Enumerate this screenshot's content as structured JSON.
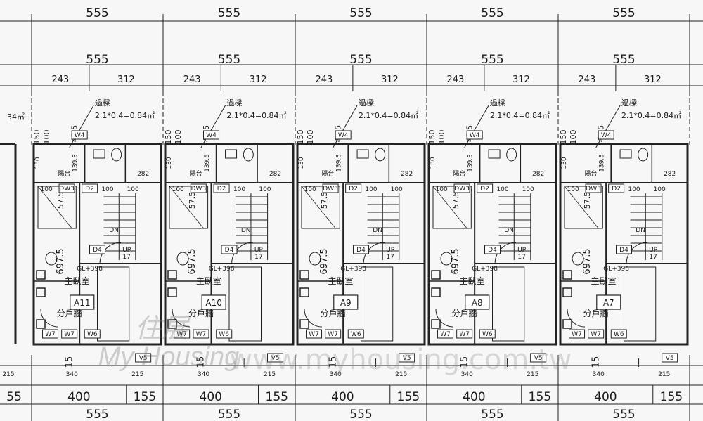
{
  "dimensions": {
    "top_row": "555",
    "second_row": "555",
    "split_left": "243",
    "split_right": "312",
    "bottom_split_left": "400",
    "bottom_split_right": "155",
    "bottom_total": "555",
    "lower_left": "340",
    "lower_right": "215",
    "edge_left": "215",
    "edge_top_left": "55"
  },
  "annotation": {
    "beam_label": "過樑",
    "beam_formula": "2.1*0.4=0.84㎡",
    "left_fragment": "34㎡"
  },
  "vertical_dims": [
    "150",
    "100",
    "45.5",
    "130",
    "139.5",
    "57.5",
    "697.5",
    "15"
  ],
  "inner_dims": {
    "d282": "282",
    "d100a": "100",
    "d100b": "100",
    "d100c": "100"
  },
  "labels": {
    "up": "UP",
    "up_num": "17",
    "dn": "DN",
    "gl": "GL+398",
    "master_bedroom": "主臥室",
    "water_heater": "分戶牆",
    "balcony": "陽台"
  },
  "windows": [
    "W4",
    "W7",
    "W7",
    "W6",
    "V5",
    "D2",
    "D4",
    "DW3"
  ],
  "units": [
    "A11",
    "A10",
    "A9",
    "A8",
    "A7"
  ],
  "watermark": {
    "brand": "住展",
    "brand_en": "My Housing",
    "url": "www.myhousing.com.tw"
  }
}
